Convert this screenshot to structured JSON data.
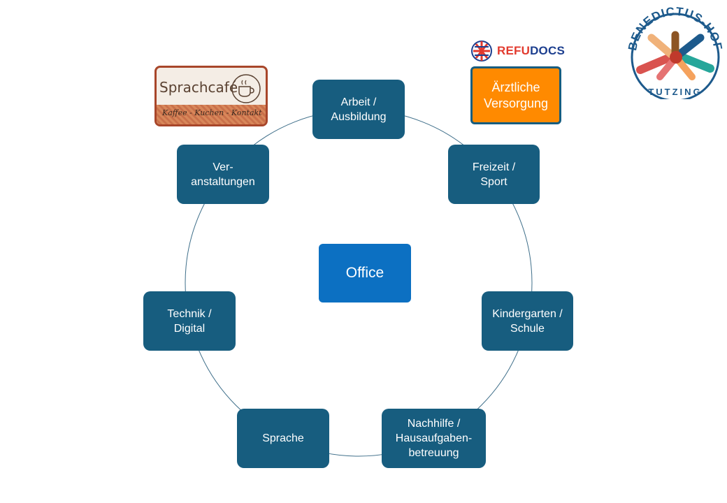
{
  "diagram": {
    "center": "Office",
    "nodes": [
      {
        "id": "arbeit",
        "label": "Arbeit /\nAusbildung"
      },
      {
        "id": "freizeit",
        "label": "Freizeit /\nSport"
      },
      {
        "id": "kindergarten",
        "label": "Kindergarten /\nSchule"
      },
      {
        "id": "nachhilfe",
        "label": "Nachhilfe  /\nHausaufgaben-\nbetreuung"
      },
      {
        "id": "sprache",
        "label": "Sprache"
      },
      {
        "id": "technik",
        "label": "Technik /\nDigital"
      },
      {
        "id": "veranstaltungen",
        "label": "Ver-\nanstaltungen"
      }
    ],
    "highlight": {
      "label": "Ärztliche\nVersorgung"
    }
  },
  "logos": {
    "refudocs": {
      "part1": "REFU",
      "part2": "DOCS"
    },
    "sprachcafe": {
      "title": "Sprachcafé",
      "subtitle": "Kaffee - Kuchen - Kontakt"
    },
    "benedictus": {
      "top": "BENEDICTUS-HOF",
      "bottom": "TUTZING"
    }
  },
  "colors": {
    "node": "#175d7f",
    "center": "#0c70c2",
    "highlight": "#ff8a00",
    "ring": "#3f6f8a"
  }
}
